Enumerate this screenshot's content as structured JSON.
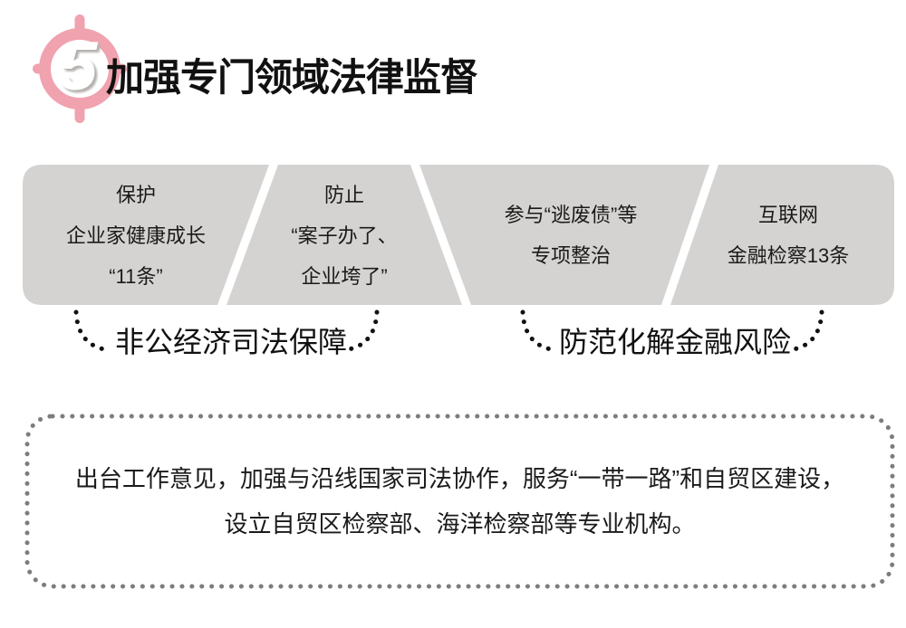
{
  "header": {
    "number": "5",
    "title": "加强专门领域法律监督"
  },
  "band": {
    "segments": [
      {
        "lines": [
          "保护",
          "企业家健康成长",
          "“11条”"
        ]
      },
      {
        "lines": [
          "防止",
          "“案子办了、",
          "企业垮了”"
        ]
      },
      {
        "lines": [
          "参与“逃废债”等",
          "专项整治"
        ]
      },
      {
        "lines": [
          "互联网",
          "金融检察13条"
        ]
      }
    ]
  },
  "braces": [
    {
      "label": "非公经济司法保障"
    },
    {
      "label": "防范化解金融风险"
    }
  ],
  "note": {
    "lines": [
      "出台工作意见，加强与沿线国家司法协作，服务“一带一路”和自贸区建设，",
      "设立自贸区检察部、海洋检察部等专业机构。"
    ]
  },
  "colors": {
    "accent_pink": "#f0a2ae",
    "segment_gray": "#d5d3d1",
    "dot_border_gray": "#7d7d7d",
    "text_black": "#1a1a1a"
  }
}
